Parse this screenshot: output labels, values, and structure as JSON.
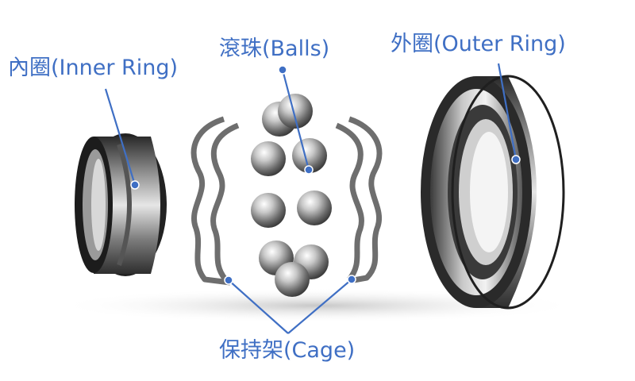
{
  "accent_color": "#3f6fc4",
  "labels": {
    "inner_ring": "內圈(Inner Ring)",
    "balls": "滾珠(Balls)",
    "outer_ring": "外圈(Outer Ring)",
    "cage": "保持架(Cage)"
  }
}
